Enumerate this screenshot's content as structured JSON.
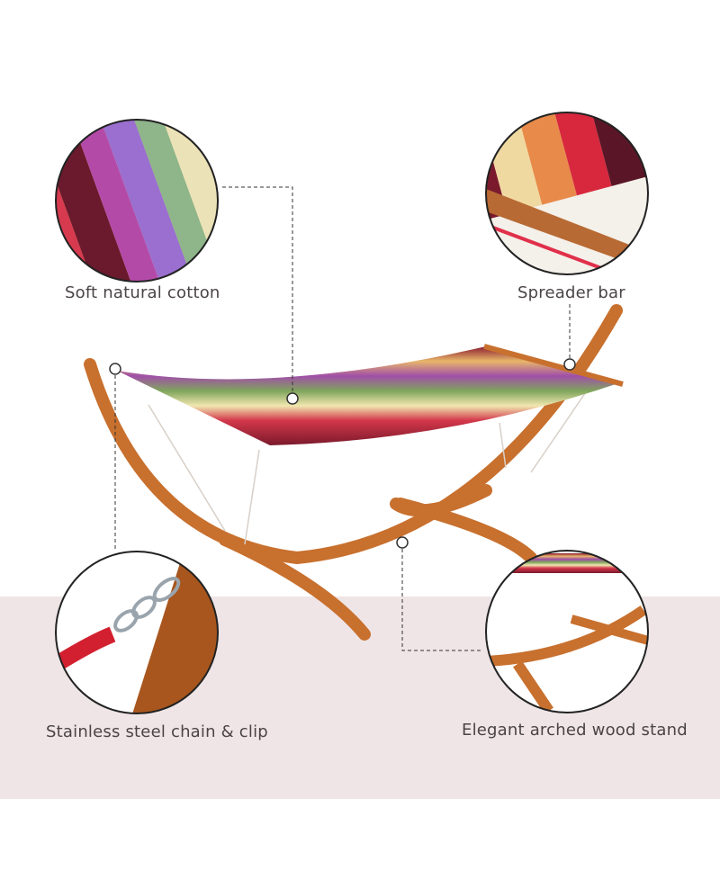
{
  "colors": {
    "band": "#efe5e6",
    "wood": "#c8702e",
    "text": "#4a4446"
  },
  "callouts": [
    {
      "label": "Soft natural cotton",
      "icon": "fabric-closeup"
    },
    {
      "label": "Spreader bar",
      "icon": "spreader-bar-closeup"
    },
    {
      "label": "Stainless steel chain & clip",
      "icon": "chain-clip-closeup"
    },
    {
      "label": "Elegant arched wood stand",
      "icon": "wood-stand-closeup"
    }
  ]
}
